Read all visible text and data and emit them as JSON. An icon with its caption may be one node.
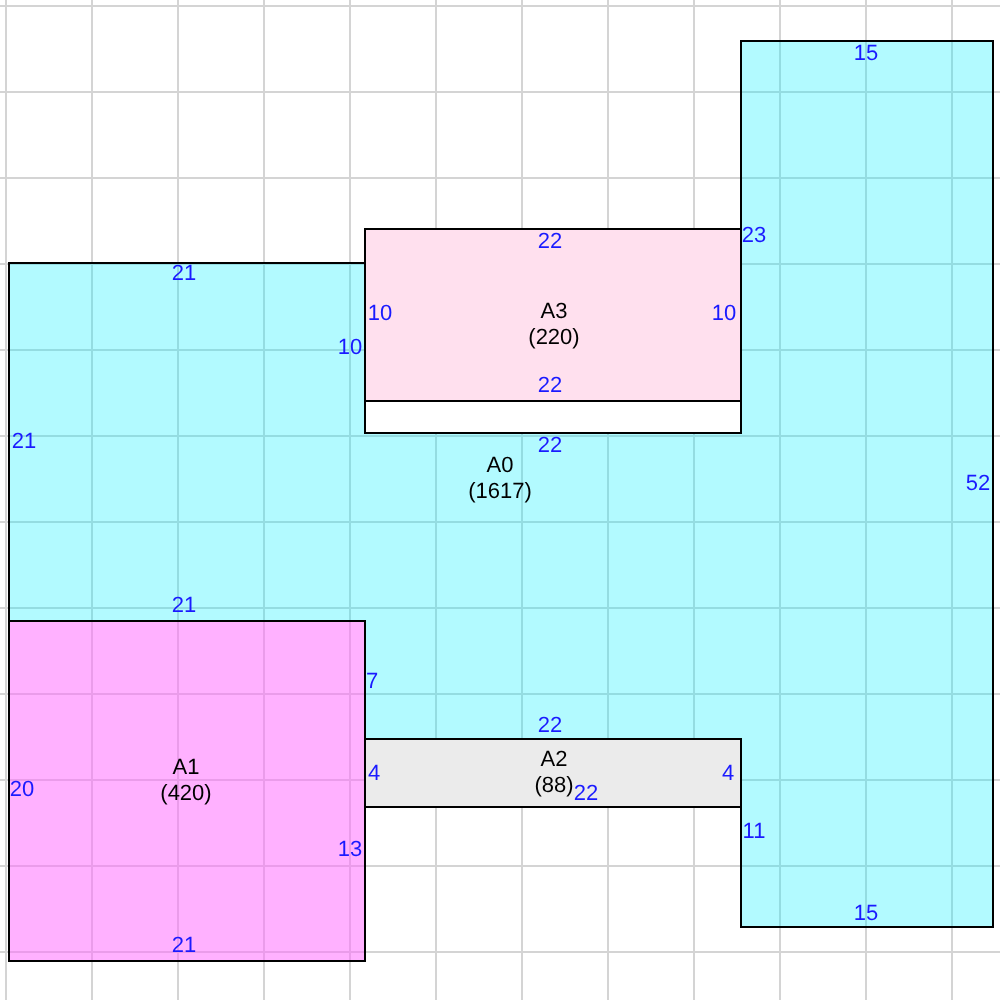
{
  "diagram": {
    "nodes": [
      {
        "text": [
          "A3",
          "(220)"
        ]
      },
      {
        "text": [
          "A0",
          "(1617)"
        ]
      },
      {
        "text": [
          "A2",
          "(88)"
        ]
      },
      {
        "text": [
          "A1",
          "(420)"
        ]
      }
    ],
    "labels": [
      "15",
      "22",
      "23",
      "21",
      "10",
      "10",
      "10",
      "22",
      "21",
      "22",
      "52",
      "21",
      "7",
      "22",
      "20",
      "4",
      "4",
      "22",
      "13",
      "11",
      "21",
      "15"
    ]
  }
}
